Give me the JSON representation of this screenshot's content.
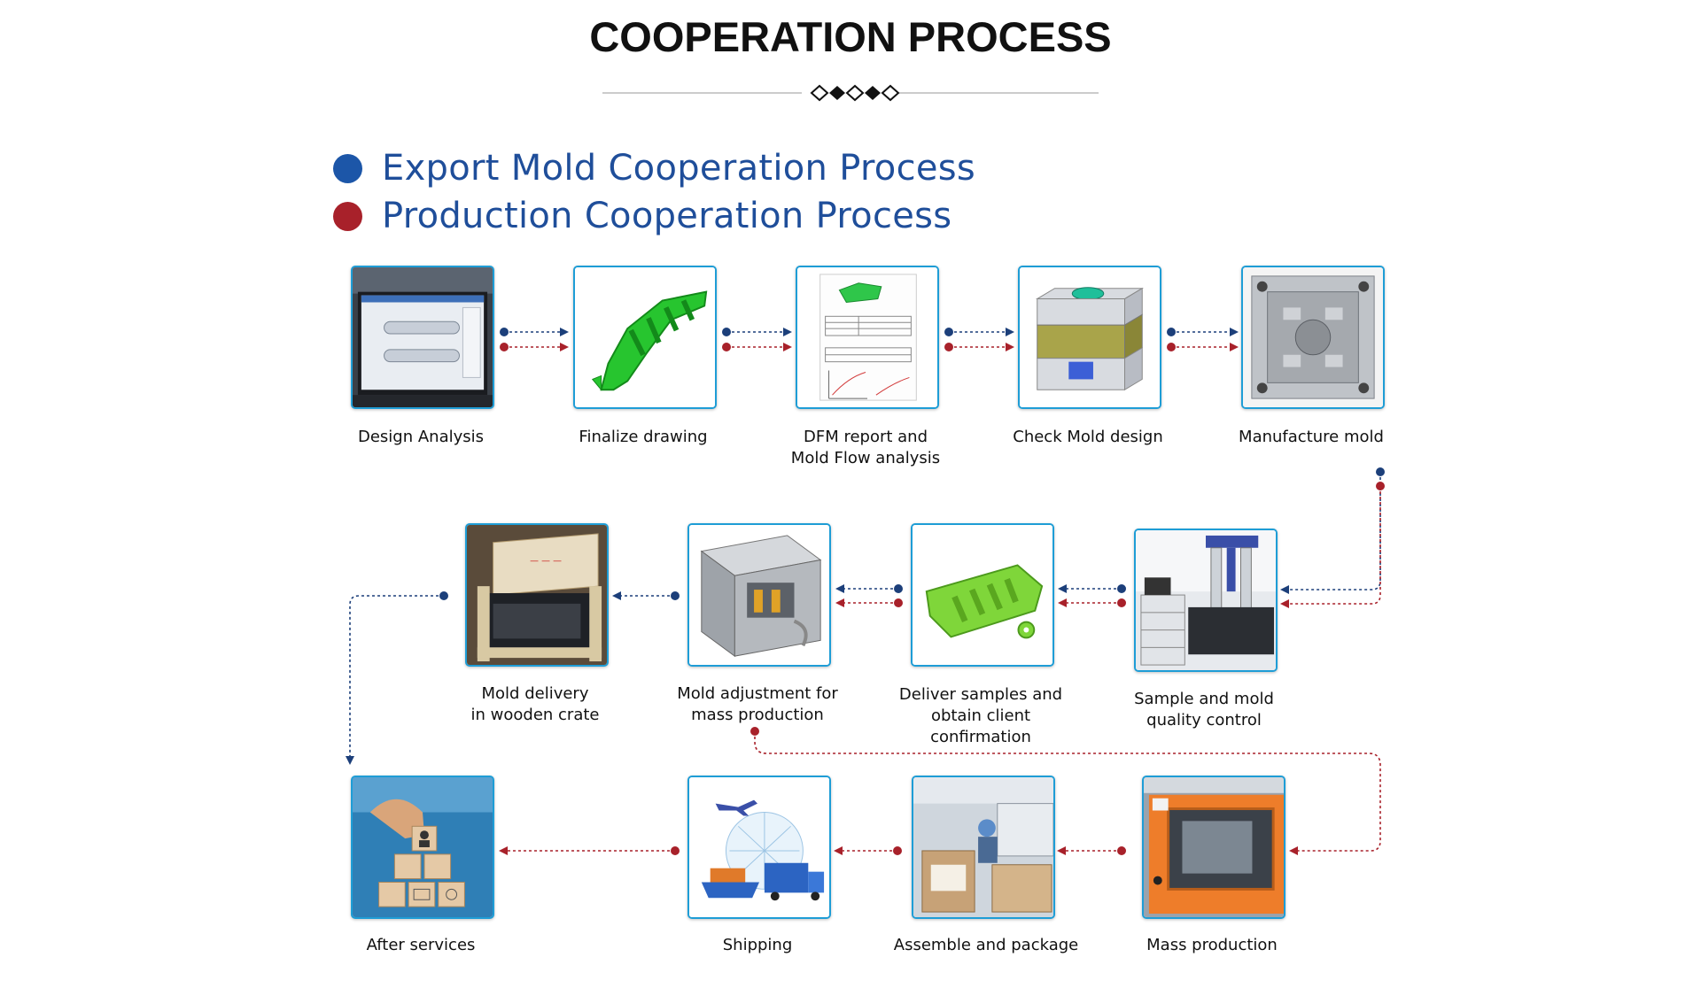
{
  "title": "COOPERATION PROCESS",
  "legend": [
    {
      "label": "Export Mold Cooperation Process",
      "color": "#1c56a8"
    },
    {
      "label": "Production Cooperation Process",
      "color": "#a8212a"
    }
  ],
  "colors": {
    "export": "#1c3f7a",
    "production": "#a8212a",
    "frame": "#1e9dd6"
  },
  "steps": [
    {
      "label": "Design Analysis",
      "icon": "monitor-icon"
    },
    {
      "label": "Finalize drawing",
      "icon": "green-part-icon"
    },
    {
      "label": "DFM report and\nMold Flow analysis",
      "icon": "report-icon"
    },
    {
      "label": "Check Mold design",
      "icon": "mold-design-icon"
    },
    {
      "label": "Manufacture mold",
      "icon": "steel-mold-icon"
    },
    {
      "label": "Sample and mold\nquality control",
      "icon": "cmm-machine-icon"
    },
    {
      "label": "Deliver samples and\nobtain client confirmation",
      "icon": "sample-part-icon"
    },
    {
      "label": "Mold adjustment for\nmass production",
      "icon": "mold-block-icon"
    },
    {
      "label": "Mold delivery\nin wooden crate",
      "icon": "wooden-crate-icon"
    },
    {
      "label": "Mass production",
      "icon": "injection-machine-icon"
    },
    {
      "label": "Assemble and package",
      "icon": "packing-icon"
    },
    {
      "label": "Shipping",
      "icon": "logistics-icon"
    },
    {
      "label": "After services",
      "icon": "support-blocks-icon"
    }
  ]
}
